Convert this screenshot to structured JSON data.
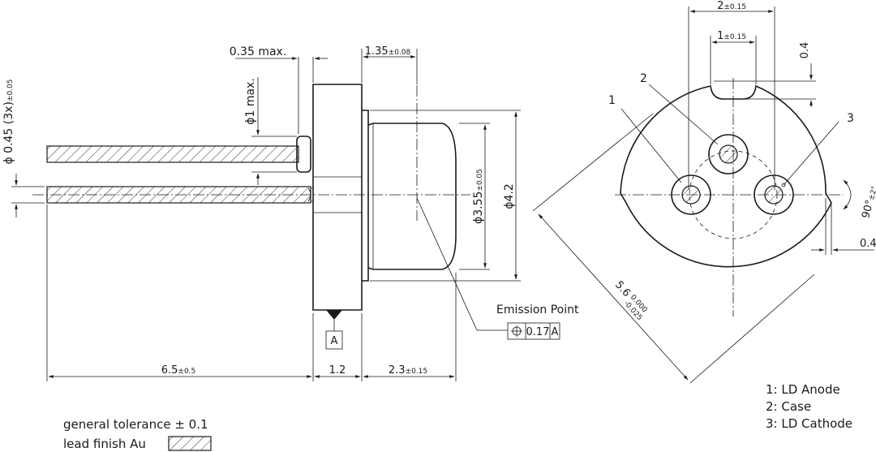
{
  "dimensions": {
    "pin_diameter": "ϕ 0.45 (3x)",
    "pin_diameter_tol": "±0.05",
    "flange_max": "0.35 max.",
    "stub_diameter": "ϕ1 max.",
    "cap_offset": "1.35",
    "cap_offset_tol": "±0.08",
    "cap_diameter": "ϕ3.55",
    "cap_diameter_tol": "±0.05",
    "flange_diameter": "ϕ4.2",
    "pin_length": "6.5",
    "pin_length_tol": "±0.5",
    "flange_thickness": "1.2",
    "cap_length": "2.3",
    "cap_length_tol": "±0.15",
    "notch_outer": "2",
    "notch_outer_tol": "±0.15",
    "notch_inner": "1",
    "notch_inner_tol": "±0.15",
    "notch_depth": "0.4",
    "side_notch_depth": "0.4",
    "side_notch_angle": "90°",
    "side_notch_angle_tol": "±2°",
    "outer_diameter": "5.6",
    "outer_diameter_tol_upper": "0.000",
    "outer_diameter_tol_lower": "-0.025"
  },
  "datum": "A",
  "emission": {
    "label": "Emission Point",
    "tolerance": "0.17",
    "datum": "A"
  },
  "pin_numbers": [
    "1",
    "2",
    "3"
  ],
  "legend": {
    "items": [
      "1: LD Anode",
      "2: Case",
      "3: LD Cathode"
    ]
  },
  "notes": {
    "tolerance": "general tolerance ± 0.1",
    "finish": "lead finish Au"
  }
}
